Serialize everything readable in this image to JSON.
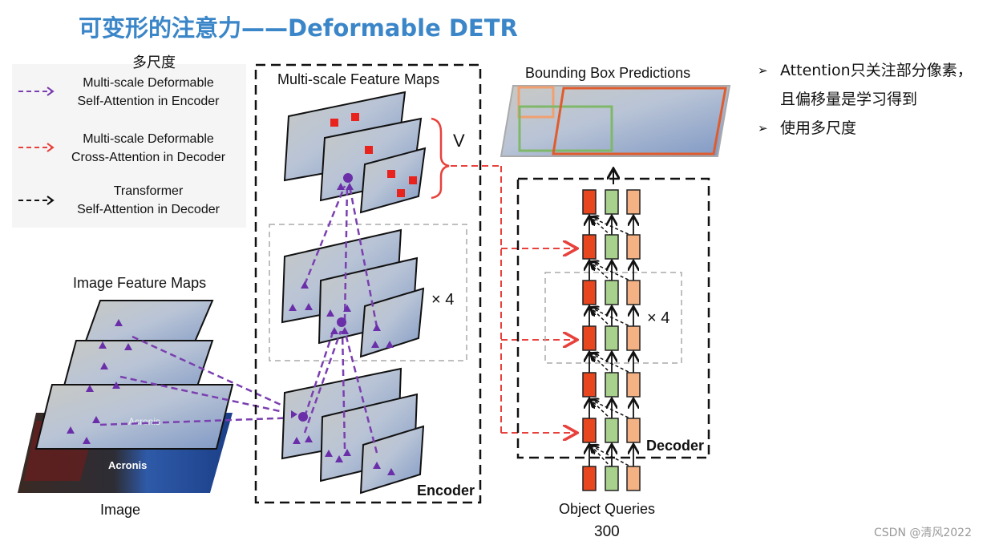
{
  "title": "可变形的注意力——Deformable DETR",
  "legend": {
    "heading": "多尺度",
    "items": [
      {
        "line1": "Multi-scale Deformable",
        "line2": "Self-Attention in Encoder",
        "color": "#7a3fb0"
      },
      {
        "line1": "Multi-scale Deformable",
        "line2": "Cross-Attention in Decoder",
        "color": "#e8413c"
      },
      {
        "line1": "Transformer",
        "line2": "Self-Attention in Decoder",
        "color": "#111111"
      }
    ]
  },
  "diagram": {
    "image_feature_maps": "Image Feature Maps",
    "image": "Image",
    "multiscale_feature_maps": "Multi-scale Feature Maps",
    "v_label": "V",
    "times_encoder": "× 4",
    "encoder": "Encoder",
    "bbox_predictions": "Bounding Box Predictions",
    "times_decoder": "× 4",
    "decoder": "Decoder",
    "object_queries": "Object Queries"
  },
  "bullets": [
    {
      "marker": "➢",
      "text": "Attention只关注部分像素，"
    },
    {
      "marker": "",
      "text": "且偏移量是学习得到"
    },
    {
      "marker": "➢",
      "text": "使用多尺度"
    }
  ],
  "page_number": "300",
  "watermark": "CSDN @清风2022",
  "colors": {
    "title": "#3a86c8",
    "encoder_attention": "#7a3fb0",
    "decoder_cross_attention": "#e8413c",
    "query_red": "#e8461e",
    "query_green": "#a9d18e",
    "query_peach": "#f4b183"
  }
}
